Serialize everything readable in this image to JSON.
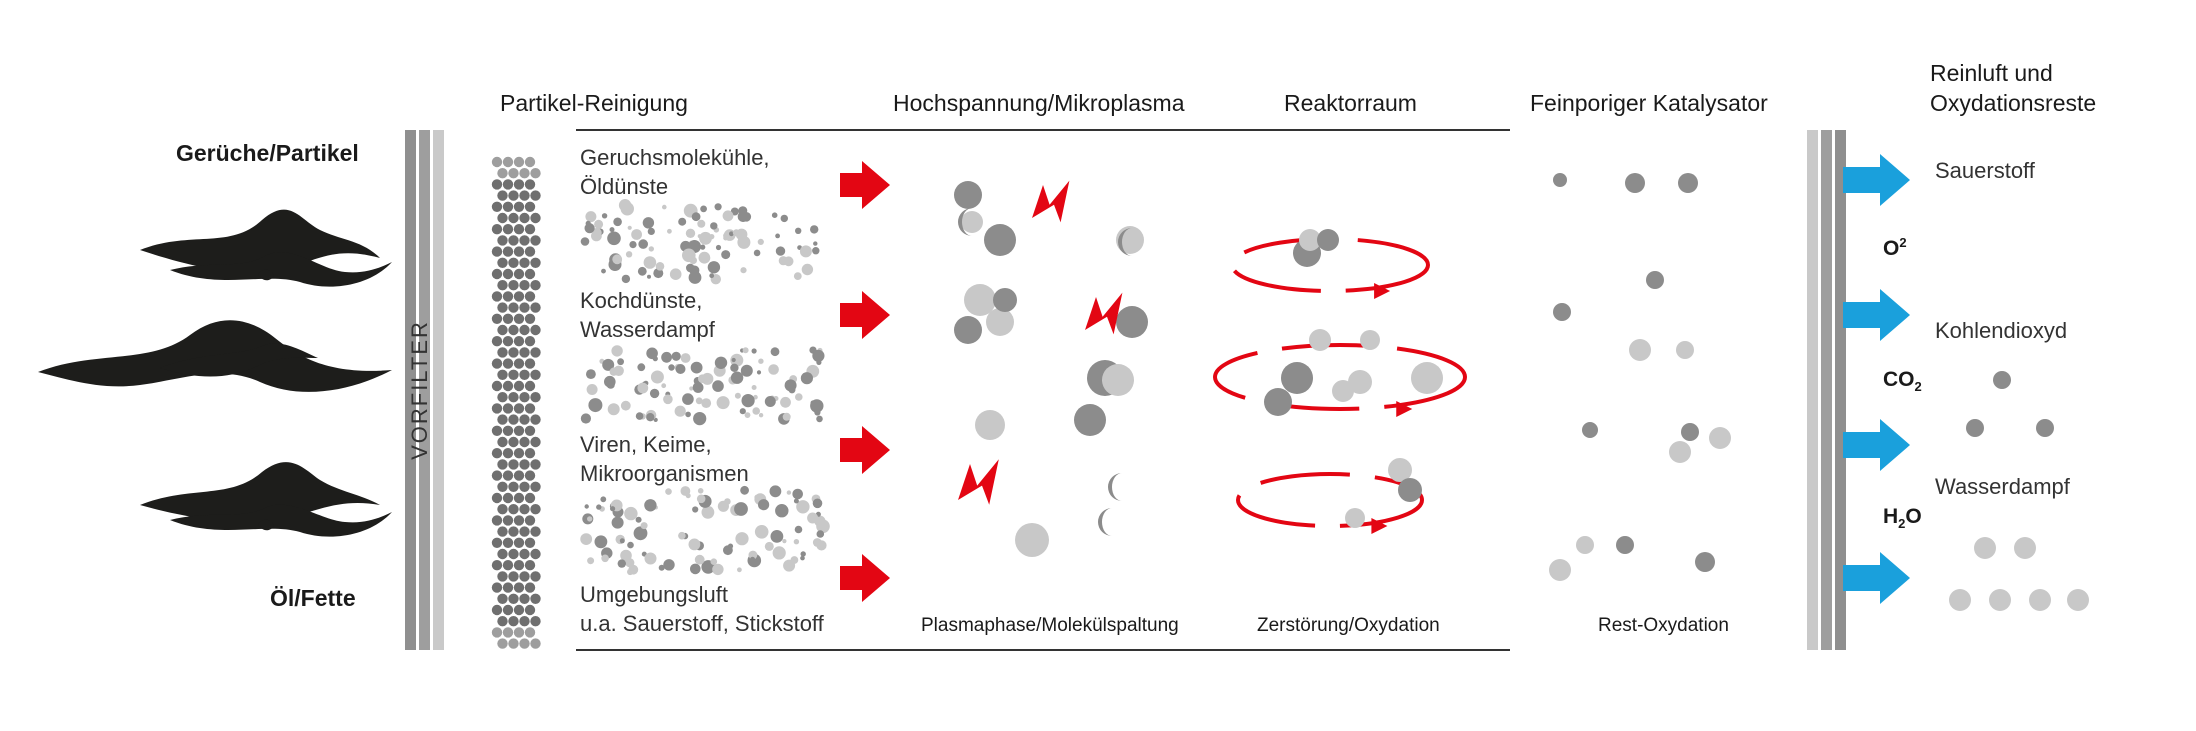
{
  "left": {
    "label_top": "Gerüche/Partikel",
    "label_bottom": "Öl/Fette"
  },
  "vorfilter": {
    "label": "VORFILTER"
  },
  "headers": {
    "particle": "Partikel-Reinigung",
    "plasma": "Hochspannung/Mikroplasma",
    "reactor": "Reaktorraum",
    "catalyst": "Feinporiger Katalysator",
    "clean_line1": "Reinluft und",
    "clean_line2": "Oxydationsreste"
  },
  "particle_labels": [
    {
      "line1": "Geruchsmolekühle,",
      "line2": "Öldünste"
    },
    {
      "line1": "Kochdünste,",
      "line2": "Wasserdampf"
    },
    {
      "line1": "Viren, Keime,",
      "line2": "Mikroorganismen"
    },
    {
      "line1": "Umgebungsluft",
      "line2": "u.a. Sauerstoff, Stickstoff"
    }
  ],
  "captions": {
    "plasma": "Plasmaphase/Molekülspaltung",
    "reactor": "Zerstörung/Oxydation",
    "catalyst": "Rest-Oxydation"
  },
  "outputs": [
    {
      "name": "Sauerstoff",
      "formula_base": "O",
      "formula_sup": "2",
      "formula_sub": ""
    },
    {
      "name": "Kohlendioxyd",
      "formula_base": "CO",
      "formula_sup": "",
      "formula_sub": "2"
    },
    {
      "name": "Wasserdampf",
      "formula_base": "H",
      "formula_sup": "",
      "formula_sub": "2",
      "formula_tail": "O"
    }
  ],
  "colors": {
    "red_arrow": "#e30613",
    "blue_arrow": "#1aa0dc",
    "dark_particle": "#8c8c8c",
    "light_particle": "#c8c8c8",
    "wave": "#1d1d1b",
    "filter_dark": "#8f8f8f",
    "filter_light": "#c9c9c9"
  }
}
